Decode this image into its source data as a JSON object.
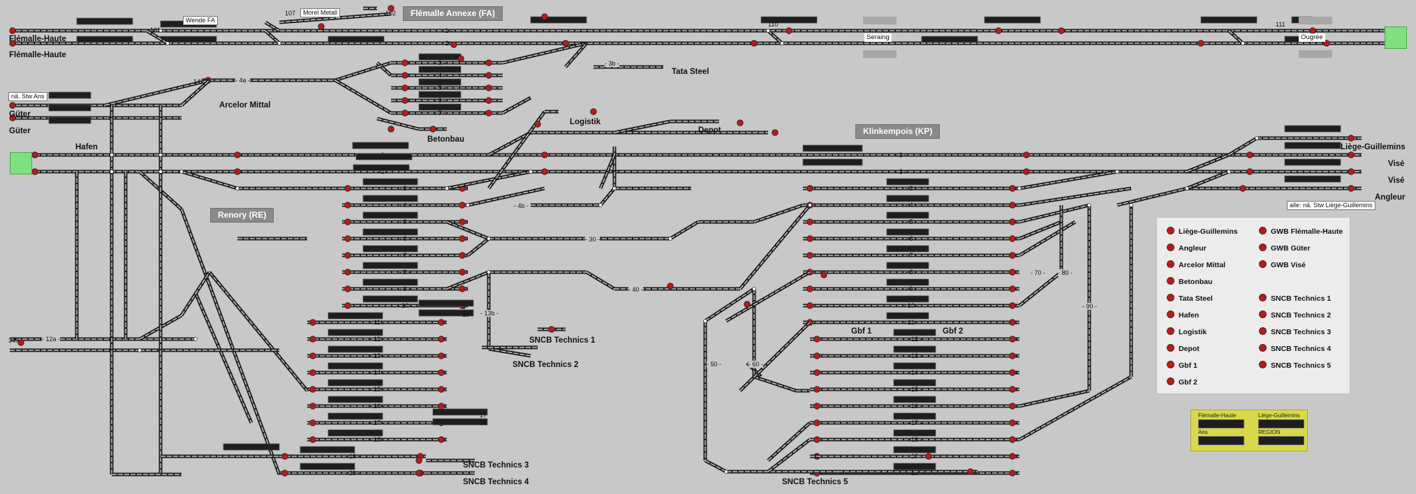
{
  "colors": {
    "background": "#c8c8c8",
    "signal_red": "#c01818",
    "rail": "#1e1e1e",
    "free_zone": "#7fe07f",
    "legend_bg": "#ececec",
    "region_box": "#d8d84a"
  },
  "banners": {
    "flemalle_annexe": "Flémalle Annexe (FA)",
    "klinkempois": "Klinkempois (KP)",
    "renory": "Renory (RE)"
  },
  "stations": {
    "flemalle_haute_1": "Flémalle-Haute",
    "flemalle_haute_2": "Flémalle-Haute",
    "guter_1": "Güter",
    "guter_2": "Güter",
    "hafen": "Hafen",
    "arcelor_mittal": "Arcelor Mittal",
    "betonbau": "Betonbau",
    "tata_steel": "Tata Steel",
    "logistik": "Logistik",
    "depot": "Depot",
    "seraing": "Seraing",
    "ougree": "Ougrée",
    "liege_guillemins": "Liège-Guillemins",
    "vise_1": "Visé",
    "vise_2": "Visé",
    "angleur": "Angleur",
    "gbf_1": "Gbf 1",
    "gbf_2": "Gbf 2",
    "sncb_technics_1": "SNCB Technics 1",
    "sncb_technics_2": "SNCB Technics 2",
    "sncb_technics_3": "SNCB Technics 3",
    "sncb_technics_4": "SNCB Technics 4",
    "sncb_technics_5": "SNCB Technics 5"
  },
  "small_labels": {
    "wende_fa": "Wende FA",
    "morel_metall": "Morel Metall",
    "na_stw_ans": "nä. Stw Ans",
    "alle_na_stw": "alle: nä. Stw Liège-Guillemins"
  },
  "track_labels": {
    "fa_3b": "- 3b -",
    "fa_4a": "- 4a -",
    "kp_4b": "- 4b -",
    "kp_30": "- 30 -",
    "kp_40": "- 40 -",
    "kp_13b": "- 13b -",
    "kp_50": "- 50 -",
    "kp_60": "- 60 -",
    "kp_70": "- 70 -",
    "kp_80": "- 80 -",
    "kp_90": "- 90 -",
    "re_12a": "- 12a -",
    "stub_9": "9",
    "stub_10": "10",
    "stub_17": "17",
    "stub_18": "18"
  },
  "legend": {
    "col1": [
      "Liège-Guillemins",
      "Angleur",
      "Arcelor Mittal",
      "Betonbau",
      "Tata Steel",
      "Hafen",
      "Logistik",
      "Depot",
      "Gbf 1",
      "Gbf 2"
    ],
    "col2": [
      "GWB Flémalle-Haute",
      "GWB Güter",
      "GWB Visé",
      "SNCB Technics 1",
      "SNCB Technics 2",
      "SNCB Technics 3",
      "SNCB Technics 4",
      "SNCB Technics 5"
    ]
  },
  "region_box": {
    "flemalle_haute": "Flémalle-Haute",
    "liege_guillemins": "Liège-Guillemins",
    "ans": "Ans",
    "region": "REGION"
  },
  "top_numbers": {
    "n107": "107",
    "n102": "102",
    "n101": "101",
    "n103": "103",
    "n108": "108",
    "n147": "147",
    "n349": "349",
    "n110": "110",
    "n111": "111"
  }
}
